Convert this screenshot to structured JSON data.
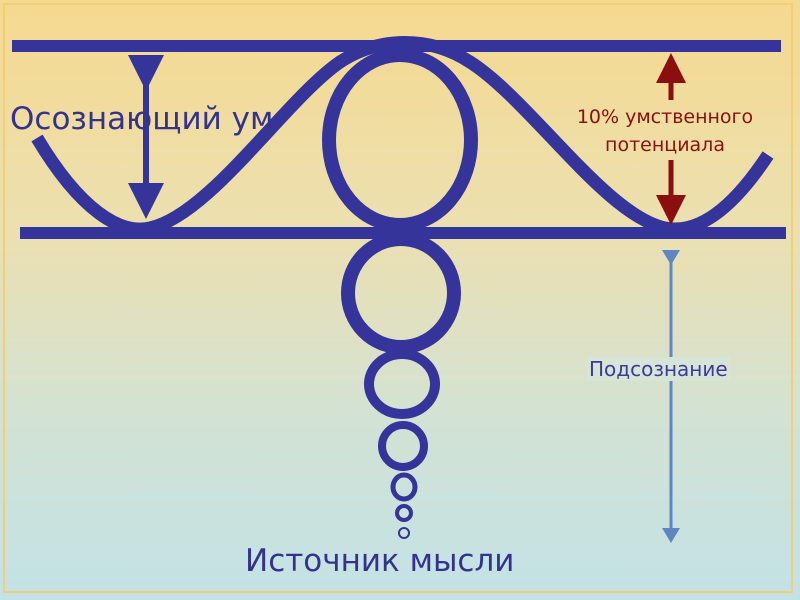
{
  "labels": {
    "conscious_mind": "Осознающий ум",
    "mental_potential": "10% умственного потенциала",
    "subconscious": "Подсознание",
    "thought_source": "Источник мысли"
  },
  "colors": {
    "main": "#34349a",
    "dark_red": "#8b0f0f",
    "light_blue": "#5d86c2"
  }
}
